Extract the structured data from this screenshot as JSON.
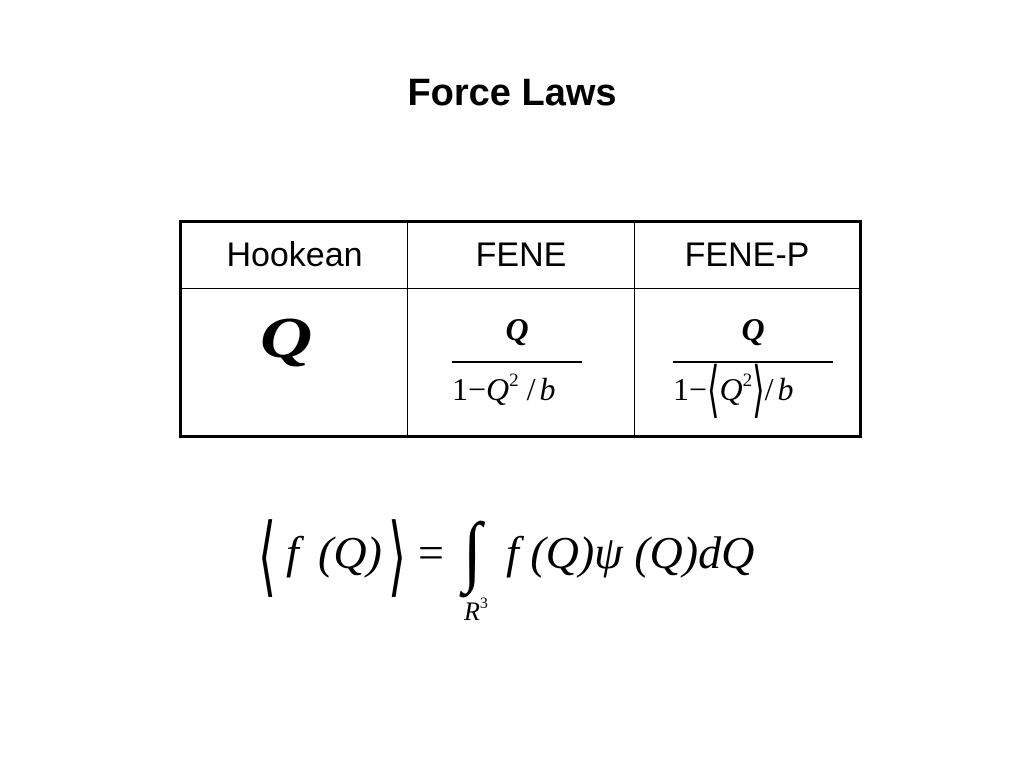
{
  "title": "Force Laws",
  "table": {
    "headers": [
      "Hookean",
      "FENE",
      "FENE-P"
    ],
    "hookean": {
      "expr": "Q"
    },
    "fene": {
      "numerator": "Q",
      "den_one": "1",
      "den_minus": "−",
      "den_var": "Q",
      "den_exp": "2",
      "den_slash": "/",
      "den_b": "b"
    },
    "fenep": {
      "numerator": "Q",
      "den_one": "1",
      "den_minus": "−",
      "den_lang": "⟨",
      "den_var": "Q",
      "den_exp": "2",
      "den_rang": "⟩",
      "den_slash": "/",
      "den_b": "b"
    }
  },
  "equation": {
    "lhs_lang": "⟨",
    "lhs_f": "f",
    "lhs_arg": "(Q)",
    "lhs_rang": "⟩",
    "equals": "=",
    "integral": "∫",
    "rhs": "f (Q)ψ (Q)dQ",
    "lower_var": "R",
    "lower_exp": "3"
  }
}
